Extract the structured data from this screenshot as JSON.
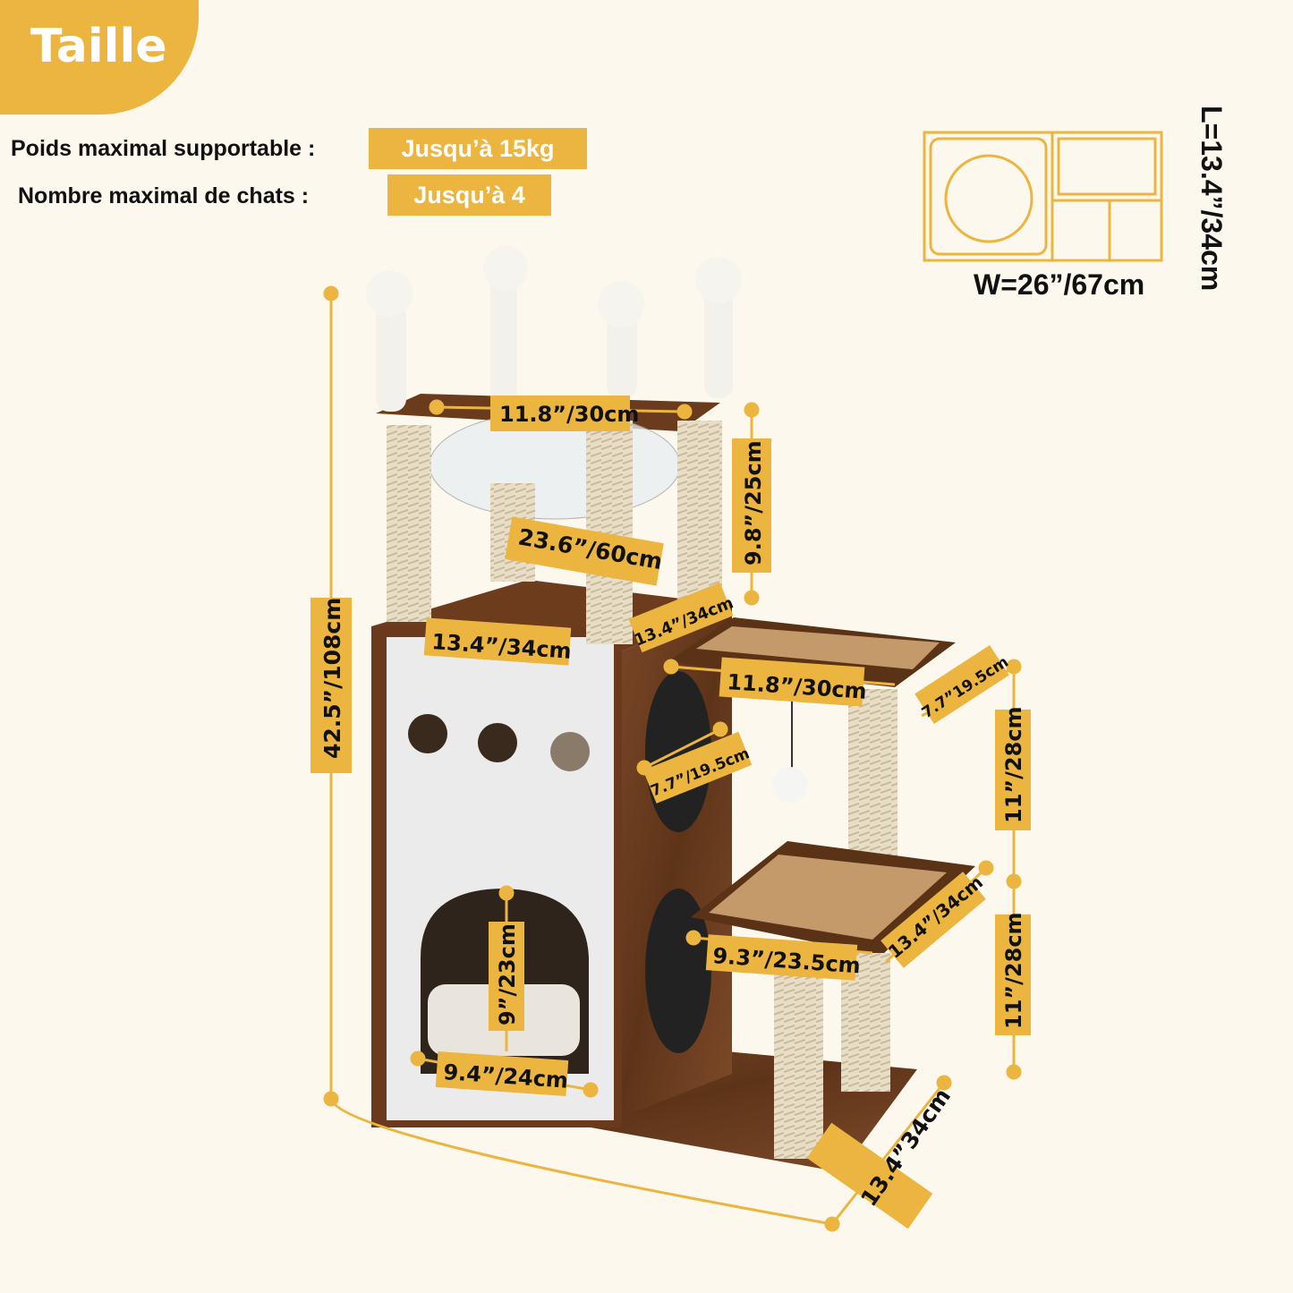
{
  "header": {
    "title": "Taille"
  },
  "specs": {
    "weight_label": "Poids maximal supportable :",
    "weight_value": "Jusqu’à 15kg",
    "cats_label": "Nombre maximal de chats :",
    "cats_value": "Jusqu’à 4"
  },
  "footprint": {
    "width": "W=26”/67cm",
    "length": "L=13.4”/34cm"
  },
  "dimensions": {
    "total_height": "42.5”/108cm",
    "base_width": "23.6”/60cm",
    "base_depth": "13.4”34cm",
    "bowl_width": "11.8”/30cm",
    "top_post_height": "9.8”/25cm",
    "box_width": "13.4”/34cm",
    "box_depth": "13.4”/34cm",
    "upper_platform_width": "11.8”/30cm",
    "upper_platform_depth": "7.7”19.5cm",
    "side_hole": "7.7”/19.5cm",
    "upper_post_height": "11”/28cm",
    "lower_platform_width": "9.3”/23.5cm",
    "lower_platform_depth": "13.4”/34cm",
    "lower_post_height": "11”/28cm",
    "door_height": "9”/23cm",
    "door_width": "9.4”/24cm"
  },
  "colors": {
    "accent": "#ebb53f",
    "wood": "#6b3e1f",
    "panel": "#eaeaea",
    "sisal": "#e6dcc6",
    "background": "#fdf8ee"
  }
}
